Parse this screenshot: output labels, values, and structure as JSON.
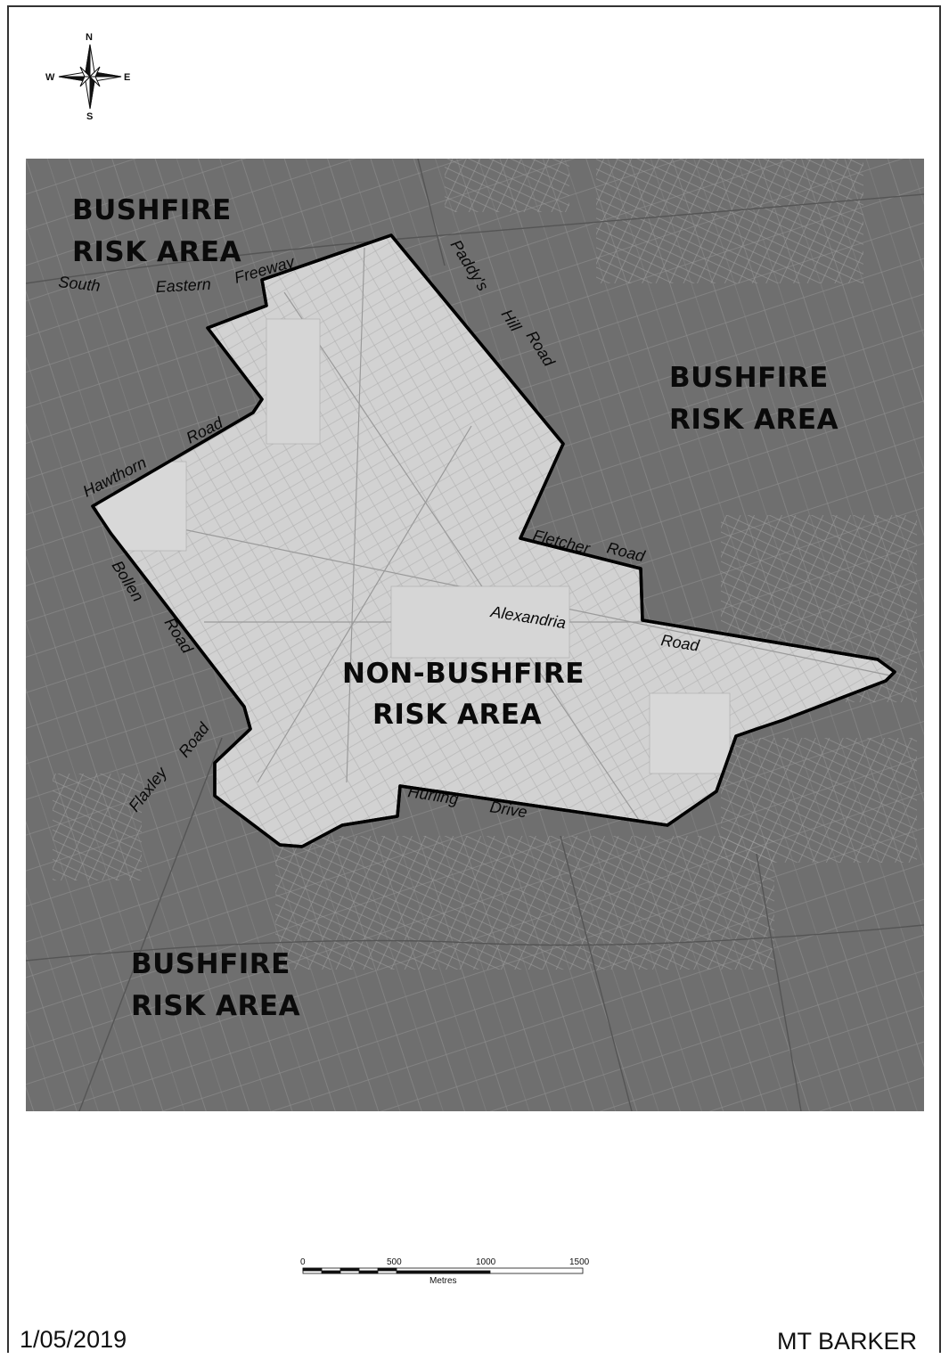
{
  "compass": {
    "n": "N",
    "s": "S",
    "e": "E",
    "w": "W"
  },
  "zones": {
    "nw": [
      "BUSHFIRE",
      "RISK AREA"
    ],
    "ne": [
      "BUSHFIRE",
      "RISK AREA"
    ],
    "sw": [
      "BUSHFIRE",
      "RISK AREA"
    ],
    "center": [
      "NON-BUSHFIRE",
      "RISK AREA"
    ]
  },
  "roads": {
    "south": "South",
    "eastern": "Eastern",
    "freeway": "Freeway",
    "paddys": "Paddy's",
    "hill": "Hill",
    "paddys_road": "Road",
    "hawthorn": "Hawthorn",
    "hawthorn_road": "Road",
    "bollen": "Bollen",
    "bollen_road": "Road",
    "fletcher": "Fletcher",
    "fletcher_road": "Road",
    "alexandria": "Alexandria",
    "alexandria_road": "Road",
    "flaxley": "Flaxley",
    "flaxley_road": "Road",
    "hurling": "Hurling",
    "drive": "Drive"
  },
  "scale": {
    "t0": "0",
    "t500": "500",
    "t1000": "1000",
    "t1500": "1500",
    "unit": "Metres"
  },
  "footer": {
    "date": "1/05/2019",
    "place": "MT BARKER"
  },
  "colors": {
    "outside": "#6f6f6f",
    "inside": "#d2d2d2",
    "boundary": "#000000"
  }
}
